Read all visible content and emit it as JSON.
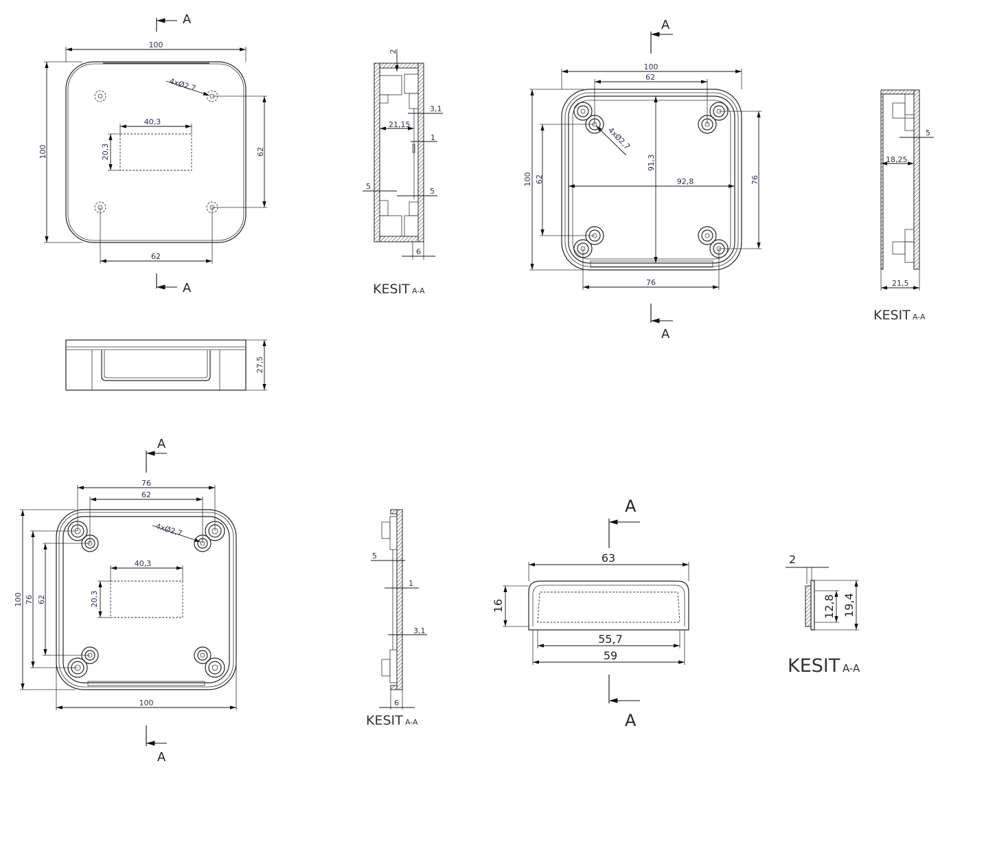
{
  "section_marker": "A",
  "caption": {
    "main": "KESIT",
    "sub": "A-A"
  },
  "view_top_1": {
    "width": "100",
    "height": "100",
    "holes": "4xØ2,7",
    "cutout_width": "40,3",
    "cutout_height": "20,3",
    "hole_spacing_vertical": "62",
    "hole_spacing_horizontal": "62"
  },
  "view_side_1": {
    "height": "27,5"
  },
  "section_1": {
    "top": "2",
    "wall": "3,1",
    "inner": "21,15",
    "gap": "1",
    "left_step": "5",
    "right_step": "5",
    "bottom": "6"
  },
  "view_top_2": {
    "width": "100",
    "hole_spacing_top": "62",
    "height": "100",
    "hole_spacing_left": "62",
    "inner_height": "91,3",
    "inner_width": "92,8",
    "right_spacing": "76",
    "bottom_spacing": "76",
    "holes": "4xØ2,7"
  },
  "section_2": {
    "step": "5",
    "inner": "18,25",
    "depth": "21,5"
  },
  "view_top_3": {
    "outer_spacing": "76",
    "inner_spacing": "62",
    "cutout_width": "40,3",
    "cutout_height": "20,3",
    "height": "100",
    "left_outer": "76",
    "left_inner": "62",
    "width": "100",
    "holes": "4xØ2,7"
  },
  "section_3": {
    "step": "5",
    "gap": "1",
    "wall": "3,1",
    "bottom": "6"
  },
  "view_handle": {
    "width": "63",
    "height": "16",
    "inner_width": "55,7",
    "mid_width": "59"
  },
  "section_4": {
    "thickness": "2",
    "inner_height": "12,8",
    "height": "19,4"
  }
}
